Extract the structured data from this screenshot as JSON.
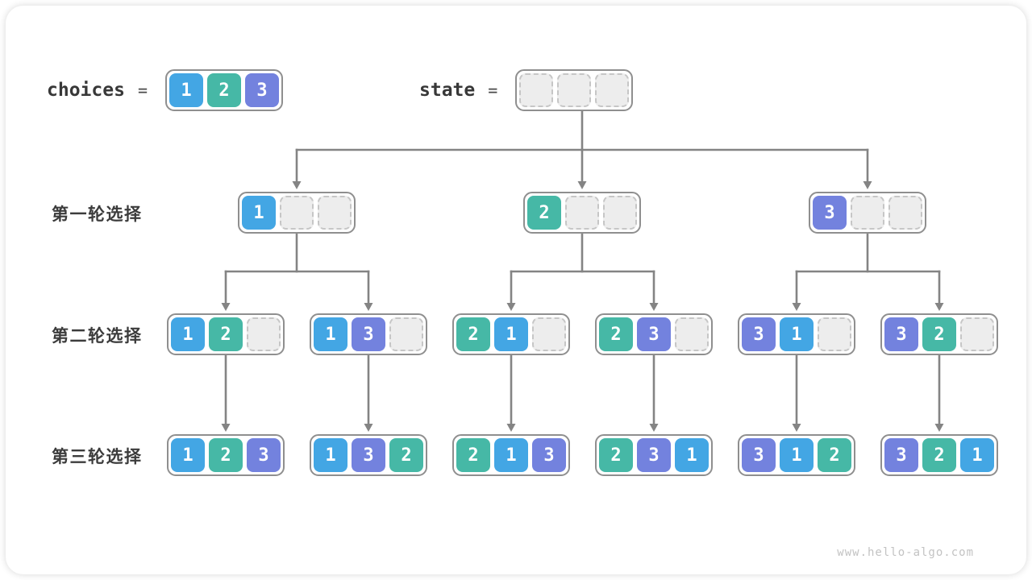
{
  "page": {
    "watermark": "www.hello-algo.com"
  },
  "colors": {
    "1": "#43A6E4",
    "2": "#46B8A6",
    "3": "#7382DE",
    "empty_fill": "#EDEDED",
    "empty_border": "#C6C6C6",
    "node_border": "#8F8F8F",
    "arrow": "#848484"
  },
  "header": {
    "choices_label": "choices",
    "equals": "=",
    "choices": [
      1,
      2,
      3
    ],
    "state_label": "state",
    "state": [
      null,
      null,
      null
    ]
  },
  "rows": [
    {
      "label": "第一轮选择",
      "nodes": [
        [
          1,
          null,
          null
        ],
        [
          2,
          null,
          null
        ],
        [
          3,
          null,
          null
        ]
      ]
    },
    {
      "label": "第二轮选择",
      "nodes": [
        [
          1,
          2,
          null
        ],
        [
          1,
          3,
          null
        ],
        [
          2,
          1,
          null
        ],
        [
          2,
          3,
          null
        ],
        [
          3,
          1,
          null
        ],
        [
          3,
          2,
          null
        ]
      ]
    },
    {
      "label": "第三轮选择",
      "nodes": [
        [
          1,
          2,
          3
        ],
        [
          1,
          3,
          2
        ],
        [
          2,
          1,
          3
        ],
        [
          2,
          3,
          1
        ],
        [
          3,
          1,
          2
        ],
        [
          3,
          2,
          1
        ]
      ]
    }
  ]
}
